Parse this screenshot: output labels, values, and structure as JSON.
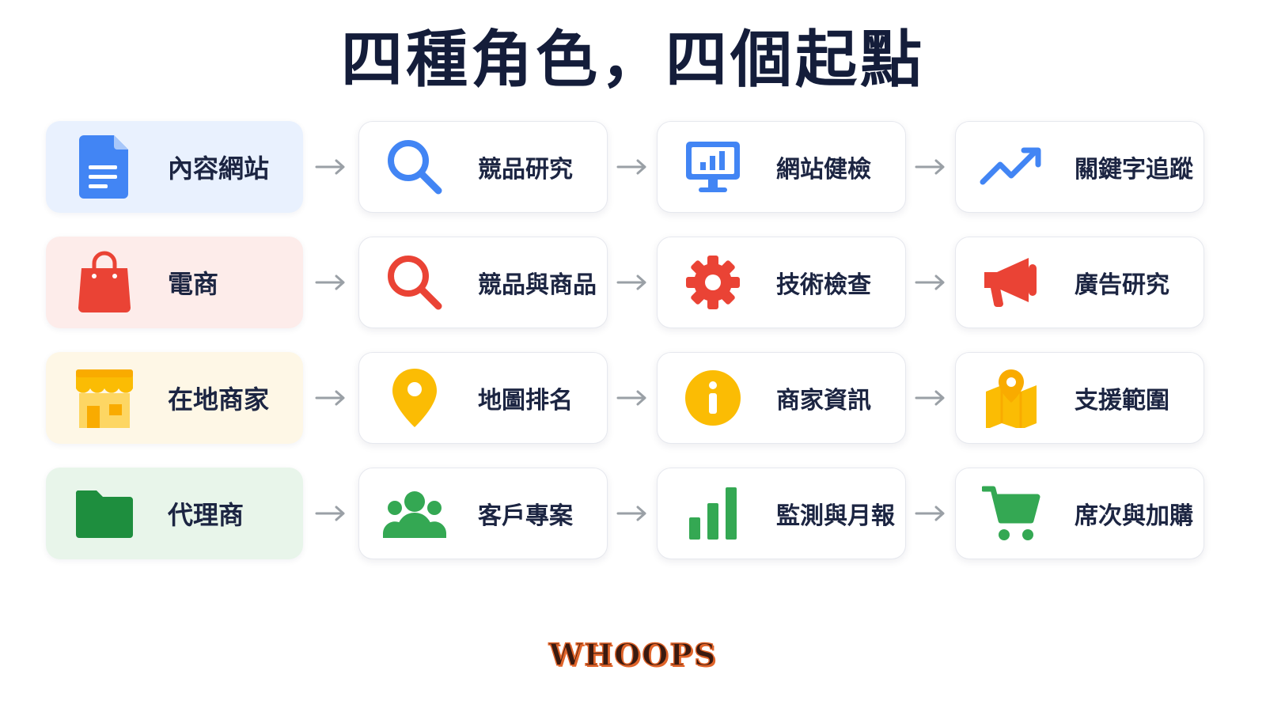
{
  "title": "四種角色，四個起點",
  "colors": {
    "blue": "#4285f4",
    "red": "#ea4335",
    "yellow": "#fbbc04",
    "green": "#34a853",
    "arrow": "#9aa0a6"
  },
  "rows": [
    {
      "role": {
        "label": "內容網站",
        "icon": "document-icon",
        "bg": "#e9f1fe"
      },
      "steps": [
        {
          "label": "競品研究",
          "icon": "search-icon"
        },
        {
          "label": "網站健檢",
          "icon": "monitor-chart-icon"
        },
        {
          "label": "關鍵字追蹤",
          "icon": "trending-up-icon"
        }
      ]
    },
    {
      "role": {
        "label": "電商",
        "icon": "shopping-bag-icon",
        "bg": "#fdecea"
      },
      "steps": [
        {
          "label": "競品與商品",
          "icon": "search-icon"
        },
        {
          "label": "技術檢查",
          "icon": "gear-icon"
        },
        {
          "label": "廣告研究",
          "icon": "megaphone-icon"
        }
      ]
    },
    {
      "role": {
        "label": "在地商家",
        "icon": "storefront-icon",
        "bg": "#fef7e6"
      },
      "steps": [
        {
          "label": "地圖排名",
          "icon": "map-pin-icon"
        },
        {
          "label": "商家資訊",
          "icon": "info-icon"
        },
        {
          "label": "支援範圍",
          "icon": "map-icon"
        }
      ]
    },
    {
      "role": {
        "label": "代理商",
        "icon": "folder-icon",
        "bg": "#e8f5ea"
      },
      "steps": [
        {
          "label": "客戶專案",
          "icon": "users-icon"
        },
        {
          "label": "監測與月報",
          "icon": "bar-chart-icon"
        },
        {
          "label": "席次與加購",
          "icon": "cart-icon"
        }
      ]
    }
  ],
  "footer": {
    "logo_text": "WHOOPS"
  }
}
